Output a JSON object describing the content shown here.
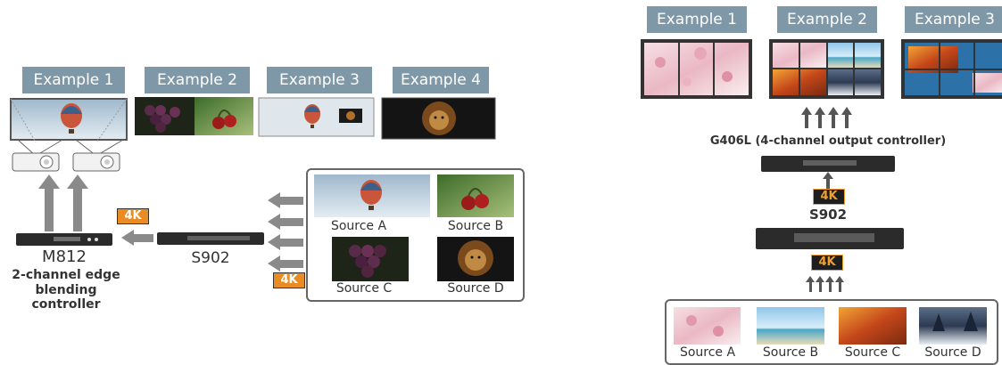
{
  "left": {
    "examples": [
      "Example 1",
      "Example 2",
      "Example 3",
      "Example 4"
    ],
    "sources": [
      "Source A",
      "Source B",
      "Source C",
      "Source D"
    ],
    "badge": "4K",
    "switcher": "S902",
    "controller_name": "M812",
    "controller_desc_line1": "2-channel edge",
    "controller_desc_line2": "blending controller"
  },
  "right": {
    "examples": [
      "Example 1",
      "Example 2",
      "Example 3"
    ],
    "controller_label": "G406L (4-channel output controller)",
    "badge_top": "4K",
    "switcher": "S902",
    "badge_bottom": "4K",
    "sources": [
      "Source A",
      "Source B",
      "Source C",
      "Source D"
    ]
  },
  "colors": {
    "label_bg": "#7f98a8",
    "badge_orange": "#e98c23",
    "arrow_gray": "#8a8a8a"
  },
  "icons": [
    "projector-icon",
    "arrow-up-icon",
    "arrow-left-icon",
    "balloon-icon",
    "grapes-icon",
    "cherry-icon",
    "lion-icon",
    "blossom-icon",
    "forest-icon"
  ]
}
